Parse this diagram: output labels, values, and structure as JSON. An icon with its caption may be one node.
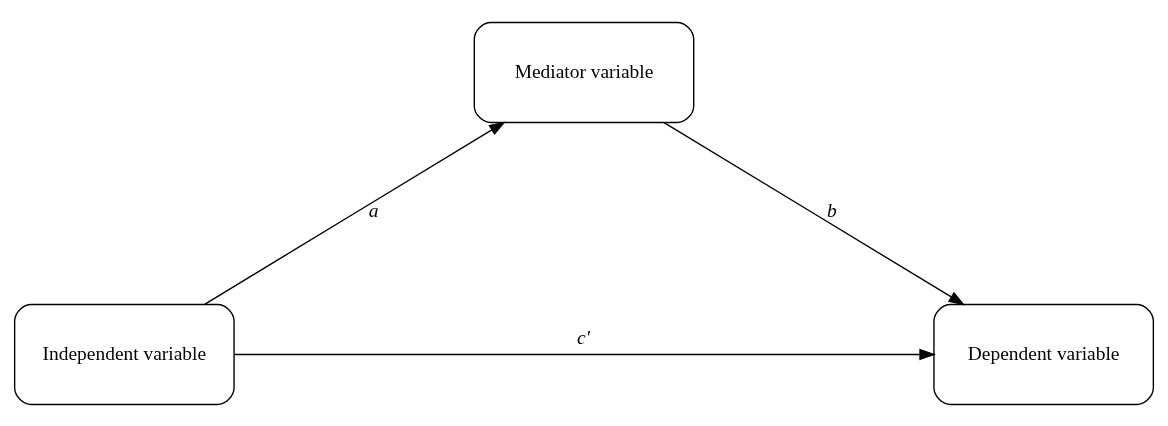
{
  "diagram": {
    "nodes": [
      {
        "text": [
          "Mediator variable"
        ]
      },
      {
        "text": [
          "Independent variable"
        ]
      },
      {
        "text": [
          "Dependent variable"
        ]
      }
    ],
    "edges": [
      {
        "from": 1,
        "to": 0,
        "arrow": "to",
        "label": "a"
      },
      {
        "from": 0,
        "to": 2,
        "arrow": "to",
        "label": "b"
      },
      {
        "from": 1,
        "to": 2,
        "arrow": "to",
        "label": "c'"
      }
    ]
  }
}
